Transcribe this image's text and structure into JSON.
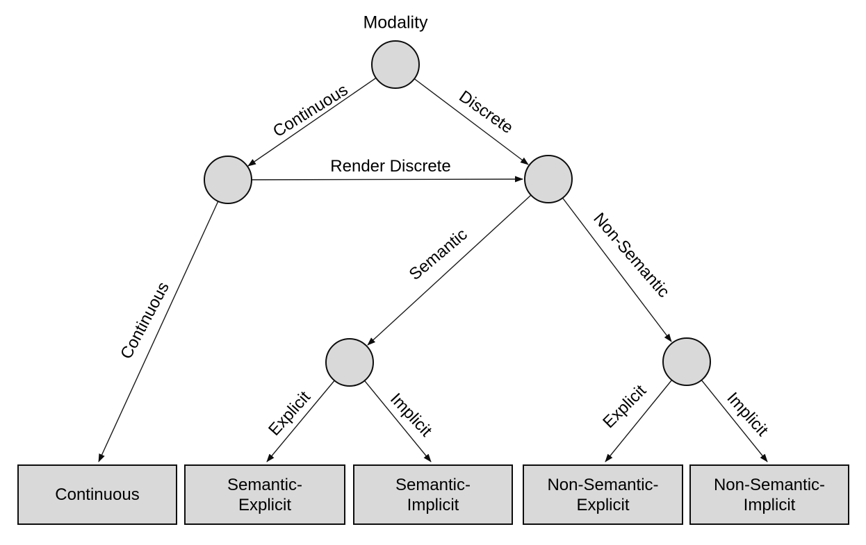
{
  "diagram": {
    "root_label": "Modality",
    "edges": {
      "continuous_top": "Continuous",
      "discrete": "Discrete",
      "render_discrete": "Render Discrete",
      "continuous_left": "Continuous",
      "semantic": "Semantic",
      "non_semantic": "Non-Semantic",
      "sem_explicit": "Explicit",
      "sem_implicit": "Implicit",
      "nonsem_explicit": "Explicit",
      "nonsem_implicit": "Implicit"
    },
    "leaves": [
      "Continuous",
      "Semantic-\nExplicit",
      "Semantic-\nImplicit",
      "Non-Semantic-\nExplicit",
      "Non-Semantic-\nImplicit"
    ],
    "colors": {
      "node_fill": "#d9d9d9",
      "node_stroke": "#0d0d0d",
      "background": "#ffffff"
    }
  }
}
